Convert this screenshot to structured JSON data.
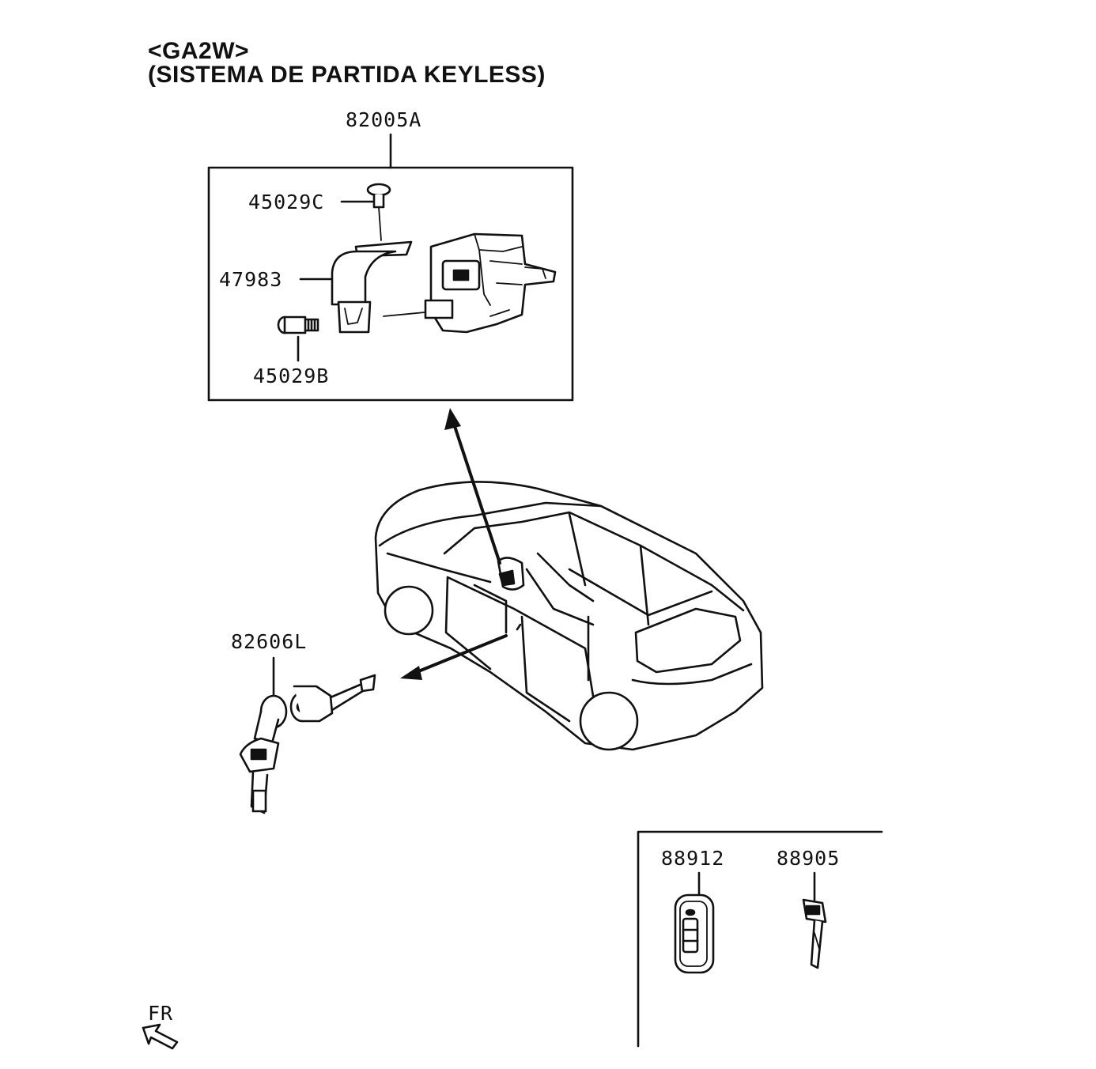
{
  "header": {
    "model_code": "<GA2W>",
    "system_name": "(SISTEMA DE PARTIDA KEYLESS)"
  },
  "parts": {
    "assembly": "82005A",
    "clip": "45029C",
    "cover": "47983",
    "bolt": "45029B",
    "door_lock_cylinder": "82606L",
    "remote_key": "88912",
    "emergency_key": "88905"
  },
  "orientation": {
    "front_label": "FR"
  }
}
